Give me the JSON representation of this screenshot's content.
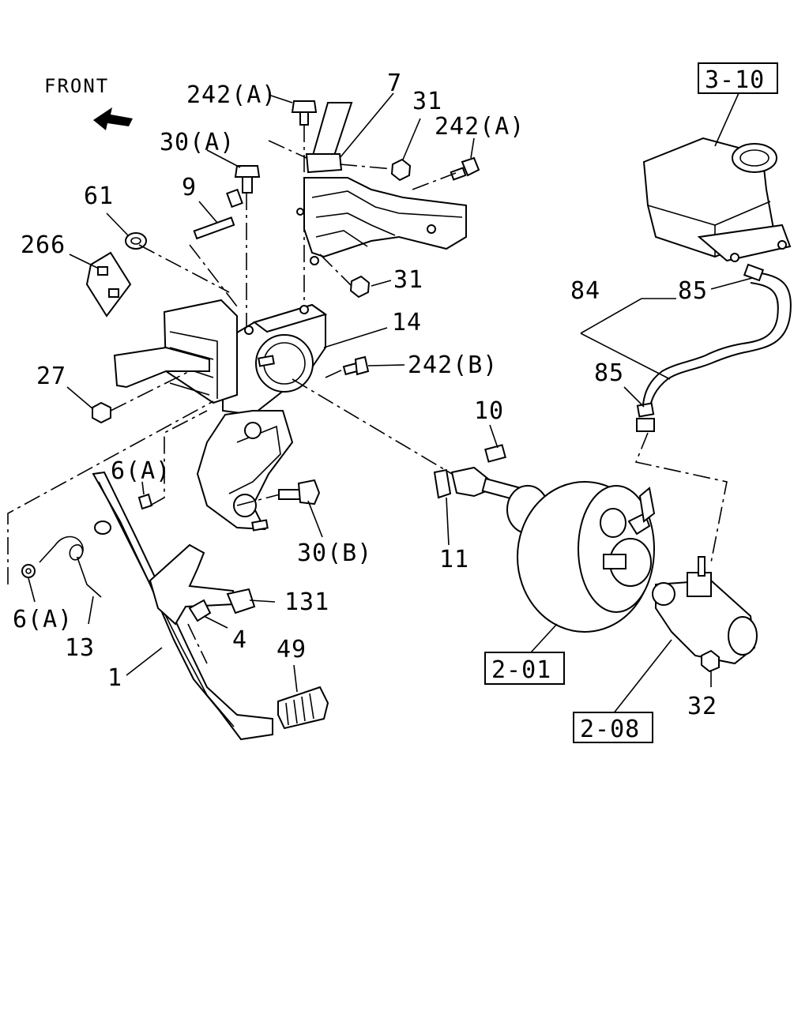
{
  "orientation": {
    "label": "FRONT",
    "arrow_icon": "front-arrow-icon"
  },
  "labels": {
    "l242a_top": "242(A)",
    "l7": "7",
    "l31_top": "31",
    "l242a_right": "242(A)",
    "l30a": "30(A)",
    "l9": "9",
    "l61": "61",
    "l266": "266",
    "l31_mid": "31",
    "l14": "14",
    "l242b": "242(B)",
    "l27": "27",
    "l10": "10",
    "l6a_top": "6(A)",
    "l11": "11",
    "l30b": "30(B)",
    "l6a_left": "6(A)",
    "l131": "131",
    "l13": "13",
    "l4": "4",
    "l49": "49",
    "l1": "1",
    "l84": "84",
    "l85_top": "85",
    "l85_mid": "85",
    "l32": "32"
  },
  "reference_boxes": {
    "ref_3_10": "3-10",
    "ref_2_01": "2-01",
    "ref_2_08": "2-08"
  }
}
